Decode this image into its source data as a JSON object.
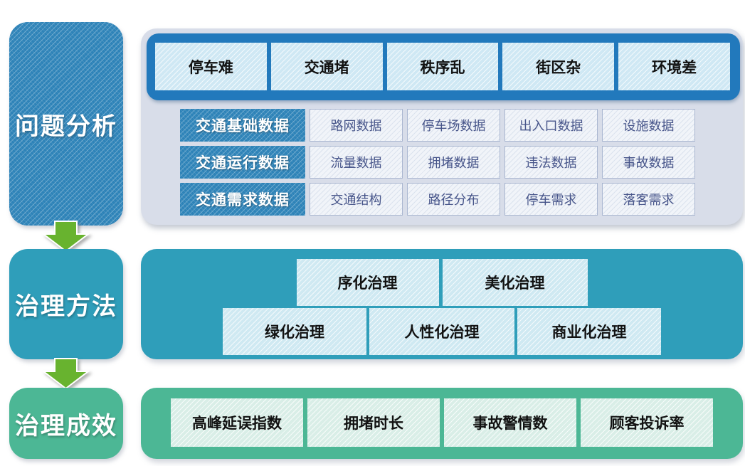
{
  "stages": [
    {
      "label": "问题分析"
    },
    {
      "label": "治理方法"
    },
    {
      "label": "治理成效"
    }
  ],
  "problems": [
    "停车难",
    "交通堵",
    "秩序乱",
    "街区杂",
    "环境差"
  ],
  "data_rows": [
    {
      "category": "交通基础数据",
      "items": [
        "路网数据",
        "停车场数据",
        "出入口数据",
        "设施数据"
      ]
    },
    {
      "category": "交通运行数据",
      "items": [
        "流量数据",
        "拥堵数据",
        "违法数据",
        "事故数据"
      ]
    },
    {
      "category": "交通需求数据",
      "items": [
        "交通结构",
        "路径分布",
        "停车需求",
        "落客需求"
      ]
    }
  ],
  "methods": {
    "row1": [
      "序化治理",
      "美化治理"
    ],
    "row2": [
      "绿化治理",
      "人性化治理",
      "商业化治理"
    ]
  },
  "effects": [
    "高峰延误指数",
    "拥堵时长",
    "事故警情数",
    "顾客投诉率"
  ],
  "palette": {
    "stage_blue": "#2e83b8",
    "bar_dark_blue": "#2279bc",
    "light_blue_cell": "#cfe8f4",
    "panel_gray": "#d8dde9",
    "white_cell": "#f1f4f9",
    "white_cell_border": "#a9b6d0",
    "white_cell_text": "#47558a",
    "teal": "#2f9eba",
    "teal_light_cell": "#cfe9f2",
    "green": "#4cb795",
    "green_light_cell": "#d9eee7",
    "arrow_green": "#68b32f"
  }
}
